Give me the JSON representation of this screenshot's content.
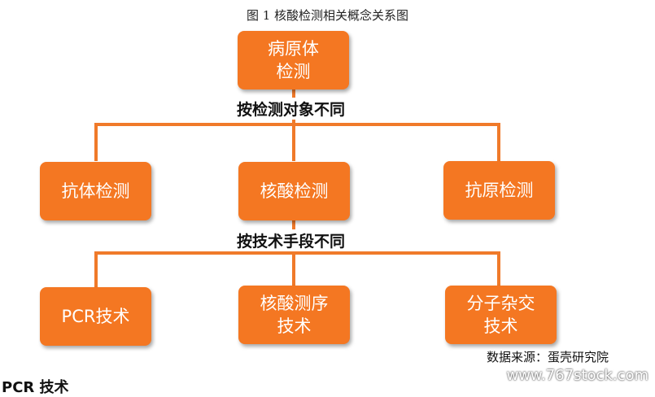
{
  "caption": "图 1 核酸检测相关概念关系图",
  "root": "病原体\n检测",
  "level1_label": "按检测对象不同",
  "level1": [
    "抗体检测",
    "核酸检测",
    "抗原检测"
  ],
  "level2_label": "按技术手段不同",
  "level2": [
    "PCR技术",
    "核酸测序\n技术",
    "分子杂交\n技术"
  ],
  "source": "数据来源：蛋壳研究院",
  "watermark": "www.767stock.com",
  "cut_text": "PCR 技术",
  "colors": {
    "node": "#f47722",
    "connector": "#f07a2a"
  }
}
